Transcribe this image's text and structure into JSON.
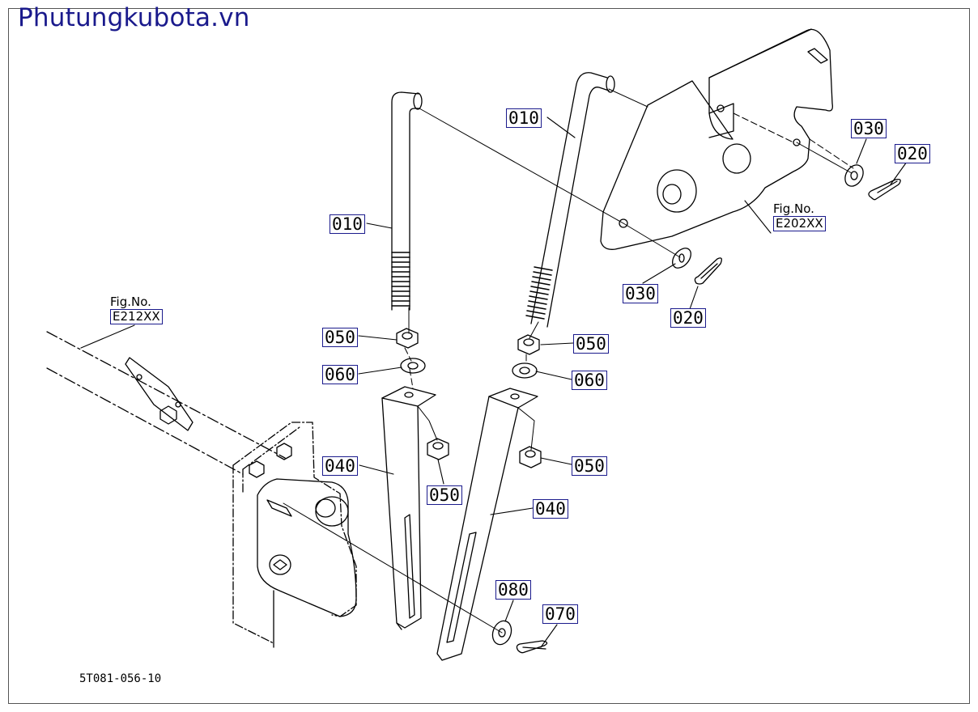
{
  "brand": "Phutungkubota.vn",
  "drawing_code": "5T081-056-10",
  "figure_refs": [
    {
      "fig_no": "Fig.No.",
      "code": "E212XX"
    },
    {
      "fig_no": "Fig.No.",
      "code": "E202XX"
    }
  ],
  "part_labels": {
    "rod_left": "010",
    "rod_right": "010",
    "nut_left_upper": "050",
    "washer_left": "060",
    "nut_right_upper": "050",
    "washer_right": "060",
    "bracket_left": "040",
    "bracket_right": "040",
    "nut_left_lower": "050",
    "nut_right_lower": "050",
    "washer_top_right": "030",
    "pin_top_right": "020",
    "washer_mid": "030",
    "pin_mid": "020",
    "washer_bottom": "080",
    "pin_bottom": "070"
  },
  "colors": {
    "brand": "#1a1a8c",
    "line": "#000000",
    "label_border": "#1a1a8c"
  }
}
